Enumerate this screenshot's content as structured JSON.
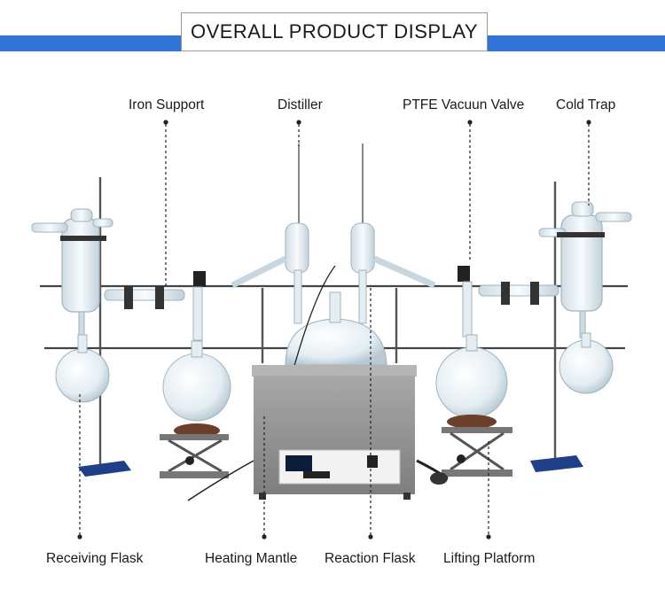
{
  "header": {
    "title": "OVERALL PRODUCT DISPLAY",
    "accent_color": "#2f74d6",
    "box_border_color": "#9a9a9a"
  },
  "labels": {
    "top": [
      "Iron Support",
      "Distiller",
      "PTFE Vacuun Valve",
      "Cold Trap"
    ],
    "bottom": [
      "Receiving Flask",
      "Heating Mantle",
      "Reaction Flask",
      "Lifting Platform"
    ]
  },
  "colors": {
    "leader_line": "#222222",
    "mantle_body": "#8f8f8f",
    "glass": "#dfe8ee",
    "rod": "#444444",
    "base": "#1f3f8a"
  }
}
